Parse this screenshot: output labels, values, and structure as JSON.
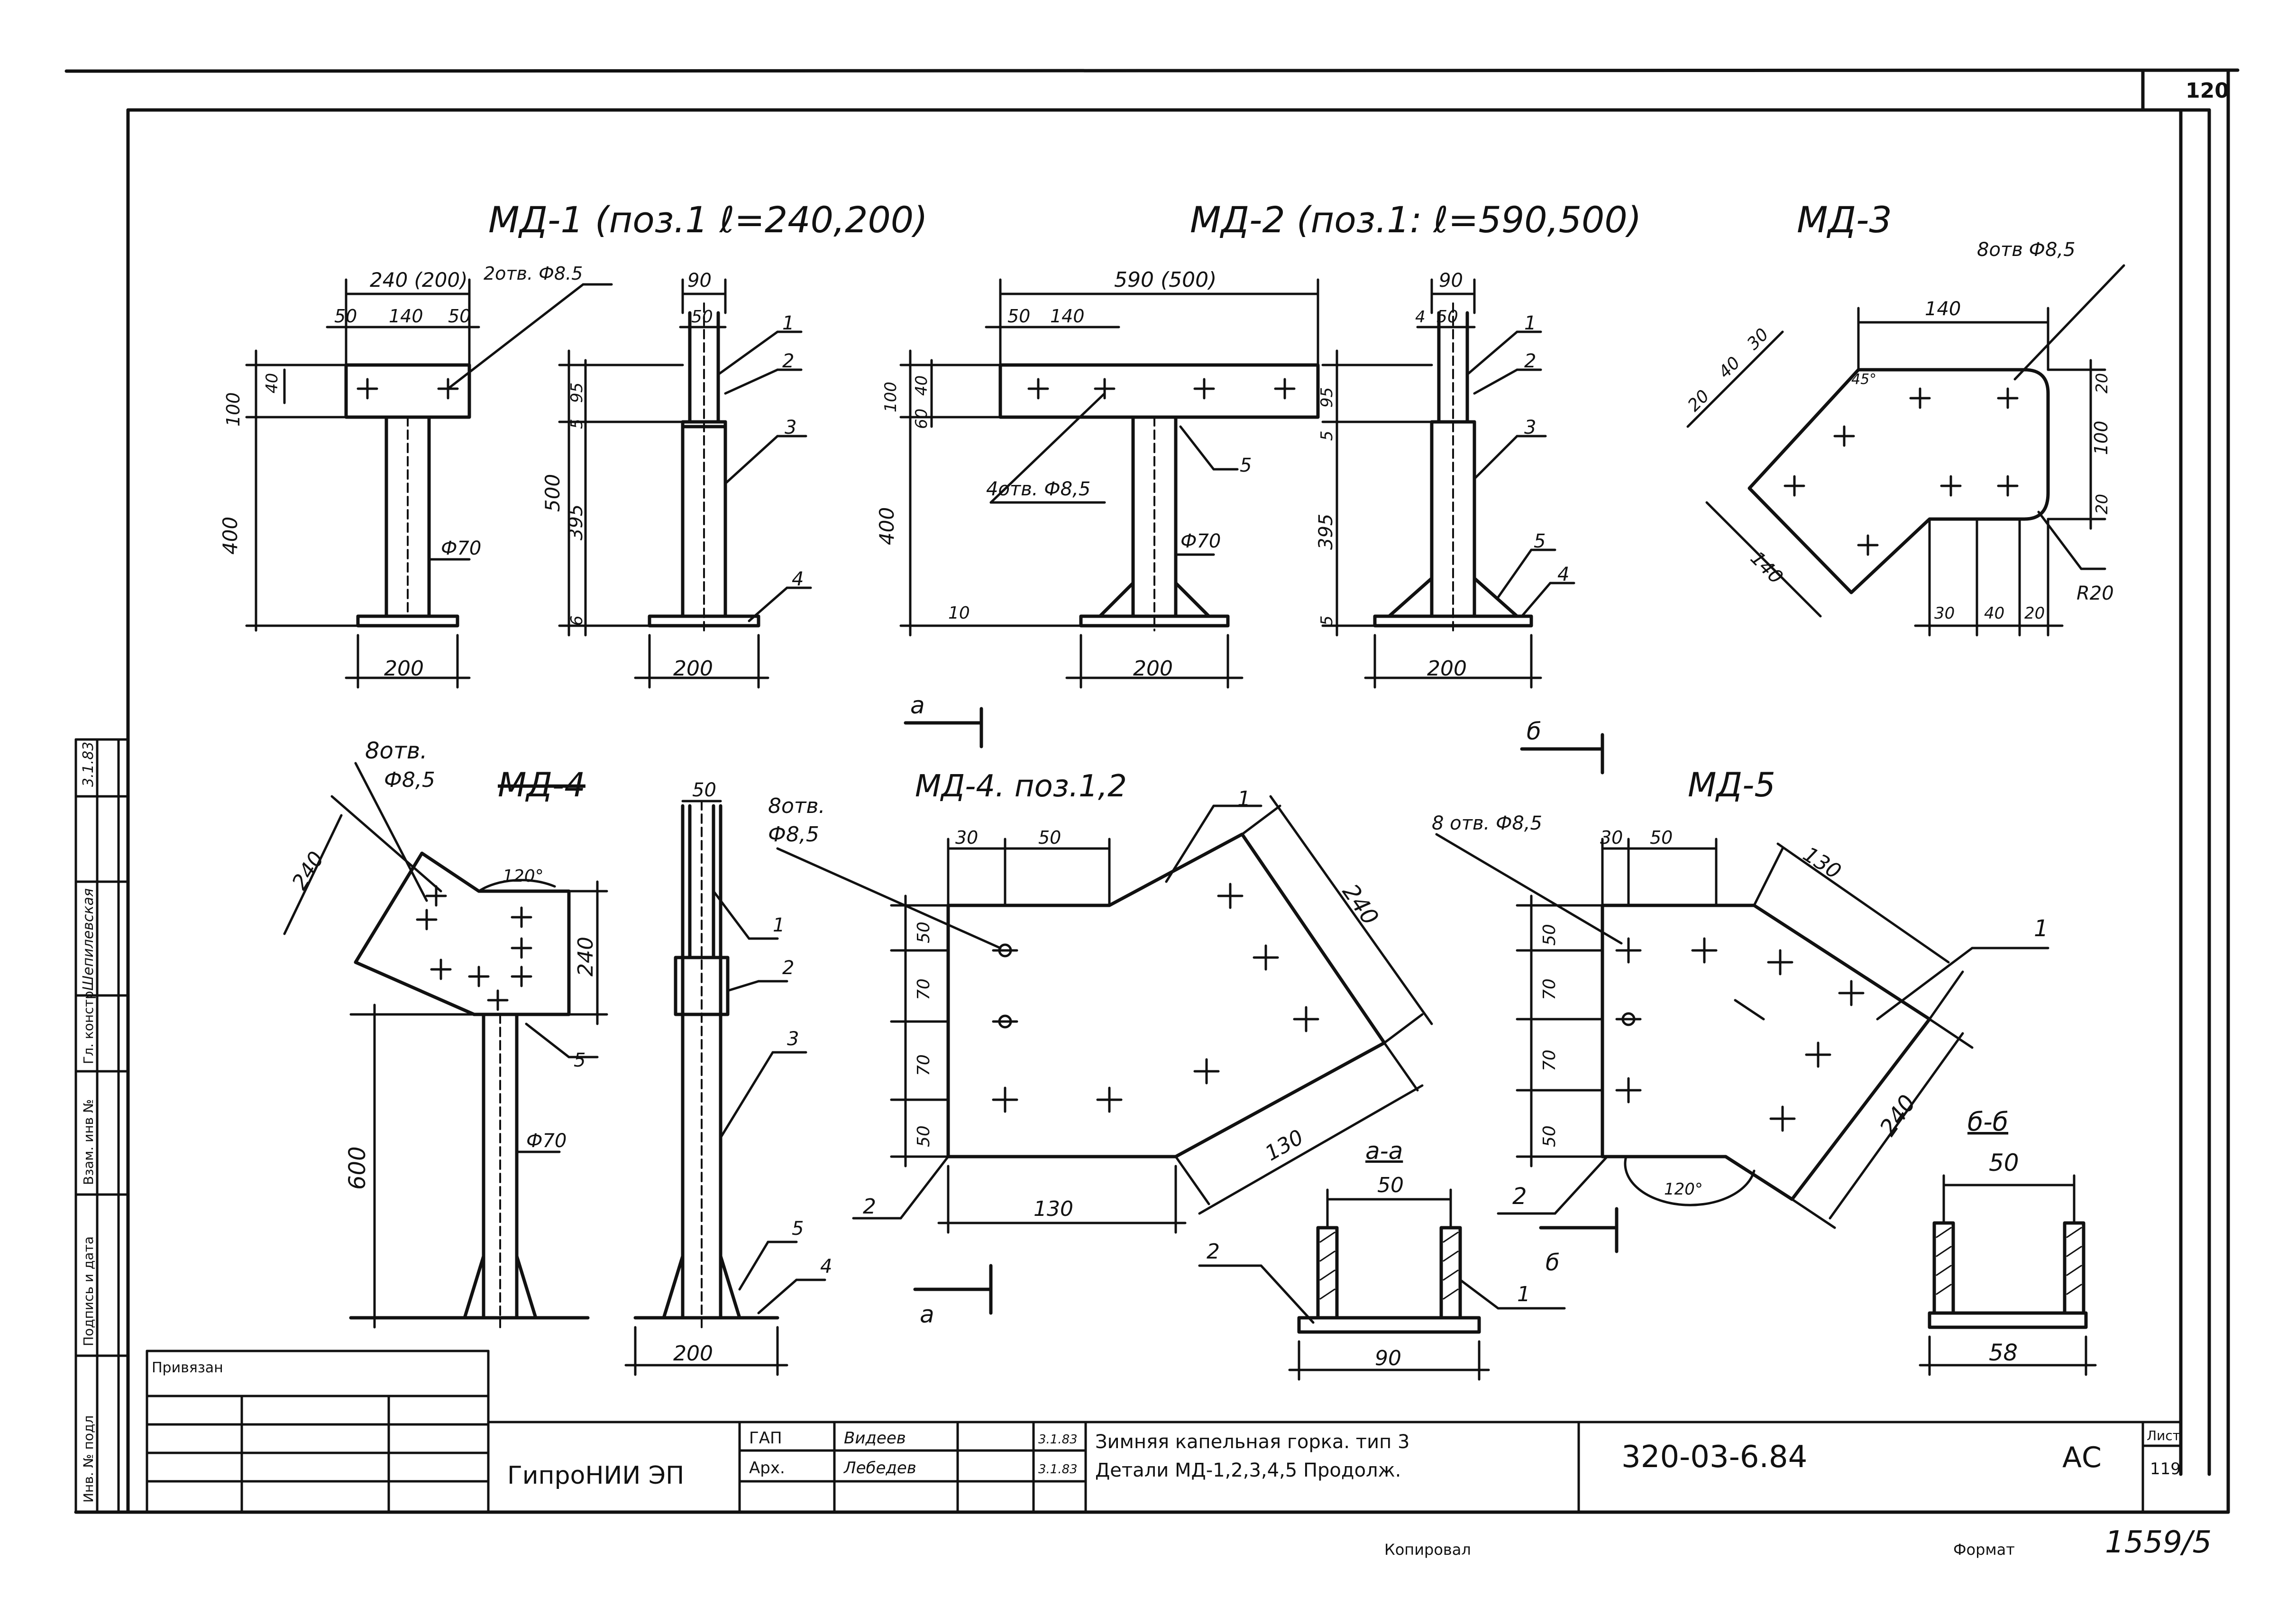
{
  "sheet": {
    "corner_number": "120",
    "sheet_label": "Лист",
    "sheet_number": "119",
    "format_label": "Формат",
    "copied_label": "Копировал",
    "archive_number": "1559/5"
  },
  "side_stamp": {
    "items": [
      "Инв. № подл",
      "Подпись и дата",
      "Взам. инв №",
      "Гл. констр",
      "Шепилевская",
      "3.1.83"
    ]
  },
  "title_block": {
    "binding": "Привязан",
    "organization": "ГипроНИИ ЭП",
    "roles": [
      "ГАП",
      "Арх."
    ],
    "names": [
      "Видеев",
      "Лебедев"
    ],
    "dates": [
      "3.1.83",
      "3.1.83"
    ],
    "title_line1": "Зимняя капельная горка. тип 3",
    "title_line2": "Детали МД-1,2,3,4,5 Продолж.",
    "code": "320-03-6.84",
    "stage": "АС"
  },
  "md1": {
    "title": "МД-1 (поз.1 ℓ=240,200)",
    "dims": [
      "240 (200)",
      "50",
      "140",
      "50",
      "100",
      "40",
      "400",
      "Ф70",
      "200",
      "90",
      "50",
      "95",
      "5",
      "500",
      "395",
      "6",
      "200"
    ],
    "note": "2отв. Ф8.5",
    "callouts": [
      "1",
      "2",
      "3",
      "4"
    ]
  },
  "md2": {
    "title": "МД-2 (поз.1: ℓ=590,500)",
    "dims": [
      "590 (500)",
      "50",
      "140",
      "100",
      "40",
      "60",
      "400",
      "10",
      "Ф70",
      "200",
      "90",
      "4",
      "50",
      "95",
      "5",
      "395",
      "5",
      "200"
    ],
    "note": "4отв. Ф8,5",
    "callouts": [
      "1",
      "2",
      "3",
      "5",
      "5",
      "4"
    ],
    "section_a": "а",
    "section_b": "б"
  },
  "md3": {
    "title": "МД-3",
    "note": "8отв Ф8,5",
    "dims": [
      "140",
      "30",
      "40",
      "20",
      "45°",
      "20",
      "100",
      "20",
      "140",
      "30",
      "40",
      "20",
      "R20"
    ]
  },
  "md4": {
    "title": "МД-4",
    "note_line1": "8отв.",
    "note_line2": "Ф8,5",
    "dims": [
      "240",
      "120°",
      "240",
      "600",
      "Ф70",
      "50",
      "200"
    ],
    "callouts": [
      "5",
      "1",
      "2",
      "3",
      "5",
      "4"
    ]
  },
  "md4pos": {
    "title": "МД-4. поз.1,2",
    "note_line1": "8отв.",
    "note_line2": "Ф8,5",
    "dims": [
      "30",
      "50",
      "50",
      "70",
      "70",
      "50",
      "130",
      "240",
      "130"
    ],
    "callouts": [
      "1",
      "2"
    ],
    "section_label": "а",
    "section_title": "а-а",
    "section_dims": [
      "50",
      "90"
    ],
    "section_callouts": [
      "2",
      "1"
    ]
  },
  "md5": {
    "title": "МД-5",
    "note": "8 отв. Ф8,5",
    "dims": [
      "30",
      "50",
      "130",
      "50",
      "70",
      "70",
      "50",
      "240",
      "120°"
    ],
    "callouts": [
      "1",
      "2"
    ],
    "section_label": "б",
    "section_title": "б-б",
    "section_dims": [
      "50",
      "58"
    ]
  }
}
